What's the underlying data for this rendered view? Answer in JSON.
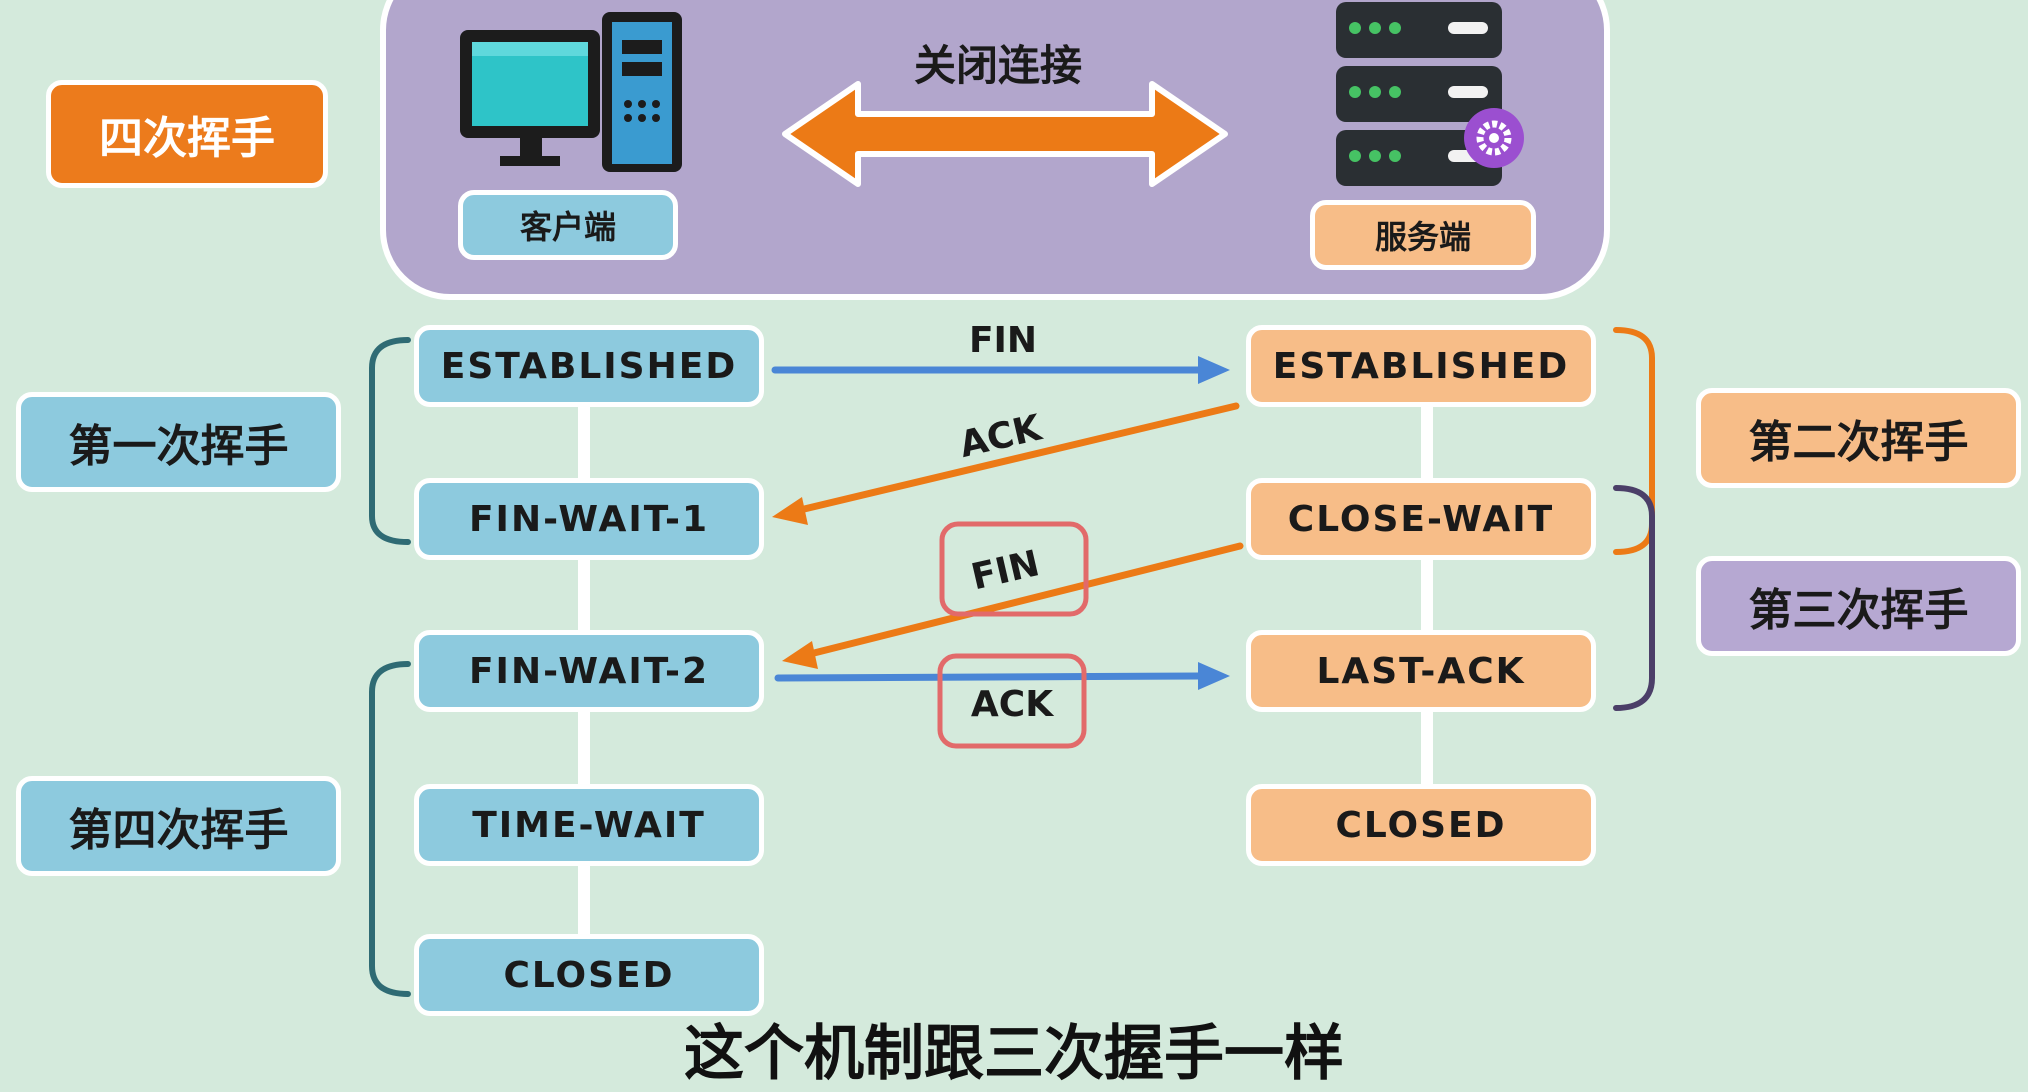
{
  "banner": {
    "title": "关闭连接",
    "client_label": "客户端",
    "server_label": "服务端"
  },
  "tag": "四次挥手",
  "client_states": [
    "ESTABLISHED",
    "FIN-WAIT-1",
    "FIN-WAIT-2",
    "TIME-WAIT",
    "CLOSED"
  ],
  "server_states": [
    "ESTABLISHED",
    "CLOSE-WAIT",
    "LAST-ACK",
    "CLOSED"
  ],
  "handshakes": {
    "first": "第一次挥手",
    "second": "第二次挥手",
    "third": "第三次挥手",
    "fourth": "第四次挥手"
  },
  "arrows": {
    "fin1": "FIN",
    "ack1": "ACK",
    "fin2": "FIN",
    "ack2": "ACK"
  },
  "caption": "这个机制跟三次握手一样",
  "colors": {
    "background": "#d4eadc",
    "banner": "#b2a6cc",
    "client_box": "#8dcade",
    "server_box": "#f7bd88",
    "tag": "#ec7b1c",
    "arrow_blue": "#4a86d6",
    "arrow_orange": "#ec7a16",
    "highlight": "#e26a6a",
    "third_tag": "#b6a8d2"
  },
  "icons": [
    "computer-icon",
    "server-icon",
    "gear-icon",
    "double-arrow-icon"
  ]
}
